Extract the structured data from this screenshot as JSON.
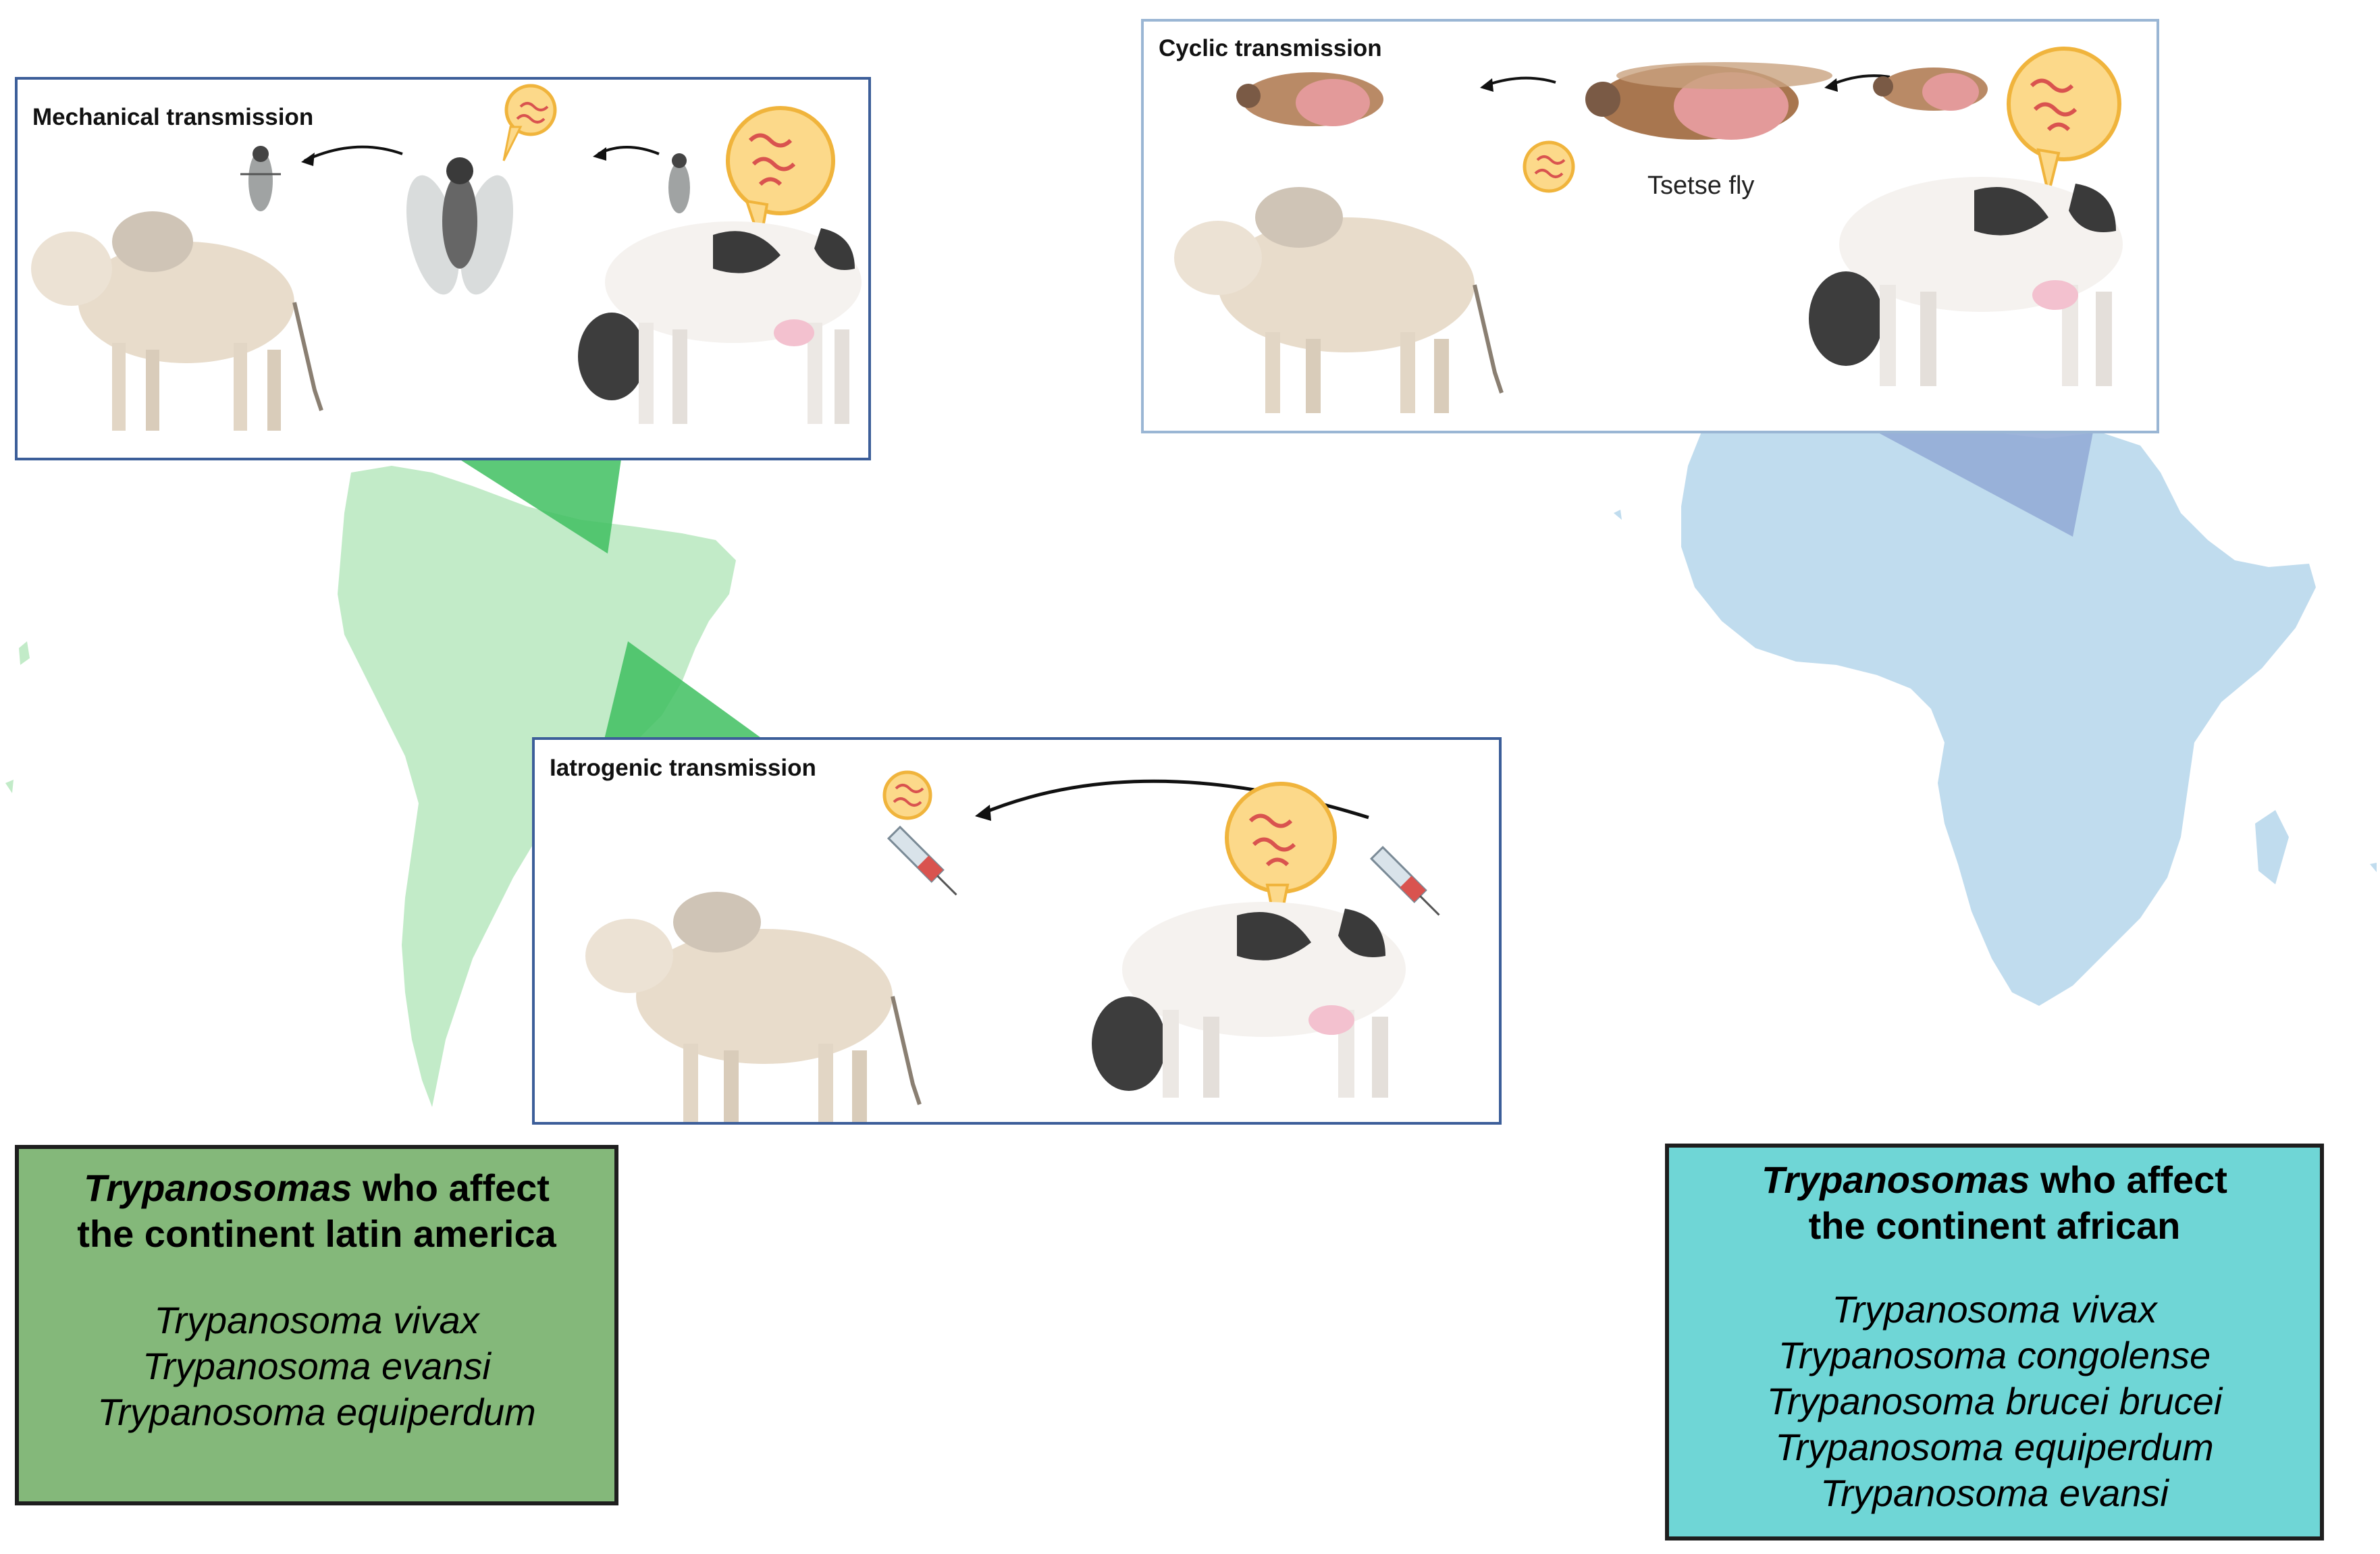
{
  "colors": {
    "latin_america_map": "#c2ebc8",
    "africa_map": "#c0dcee",
    "green_pointer": "#3fbf60",
    "blue_pointer": "#93acd6",
    "latin_box_fill": "#84b87a",
    "african_box_fill": "#6fd6d6",
    "panel_border_left": "#3c5e99",
    "panel_border_right": "#9ab6d4",
    "parasite_bubble": "#fcd98a",
    "parasite_bubble_border": "#f0b43c"
  },
  "icons": [
    "cow-icon",
    "zebu-icon",
    "fly-icon",
    "tsetse-fly-icon",
    "syringe-icon",
    "parasite-bubble-icon",
    "arrow-icon"
  ],
  "panels": {
    "mechanical": {
      "title": "Mechanical transmission"
    },
    "cyclic": {
      "title": "Cyclic transmission",
      "vector_label": "Tsetse fly"
    },
    "iatrogenic": {
      "title": "Iatrogenic transmission"
    }
  },
  "latin_box": {
    "title_italic": "Trypanosomas",
    "title_rest": " who affect",
    "title_line2": "the continent latin america",
    "species": [
      "Trypanosoma vivax",
      "Trypanosoma evansi",
      "Trypanosoma equiperdum"
    ]
  },
  "african_box": {
    "title_italic": "Trypanosomas",
    "title_rest": " who affect",
    "title_line2": "the continent african",
    "species": [
      "Trypanosoma vivax",
      "Trypanosoma congolense",
      "Trypanosoma brucei brucei",
      "Trypanosoma equiperdum",
      "Trypanosoma evansi"
    ]
  }
}
